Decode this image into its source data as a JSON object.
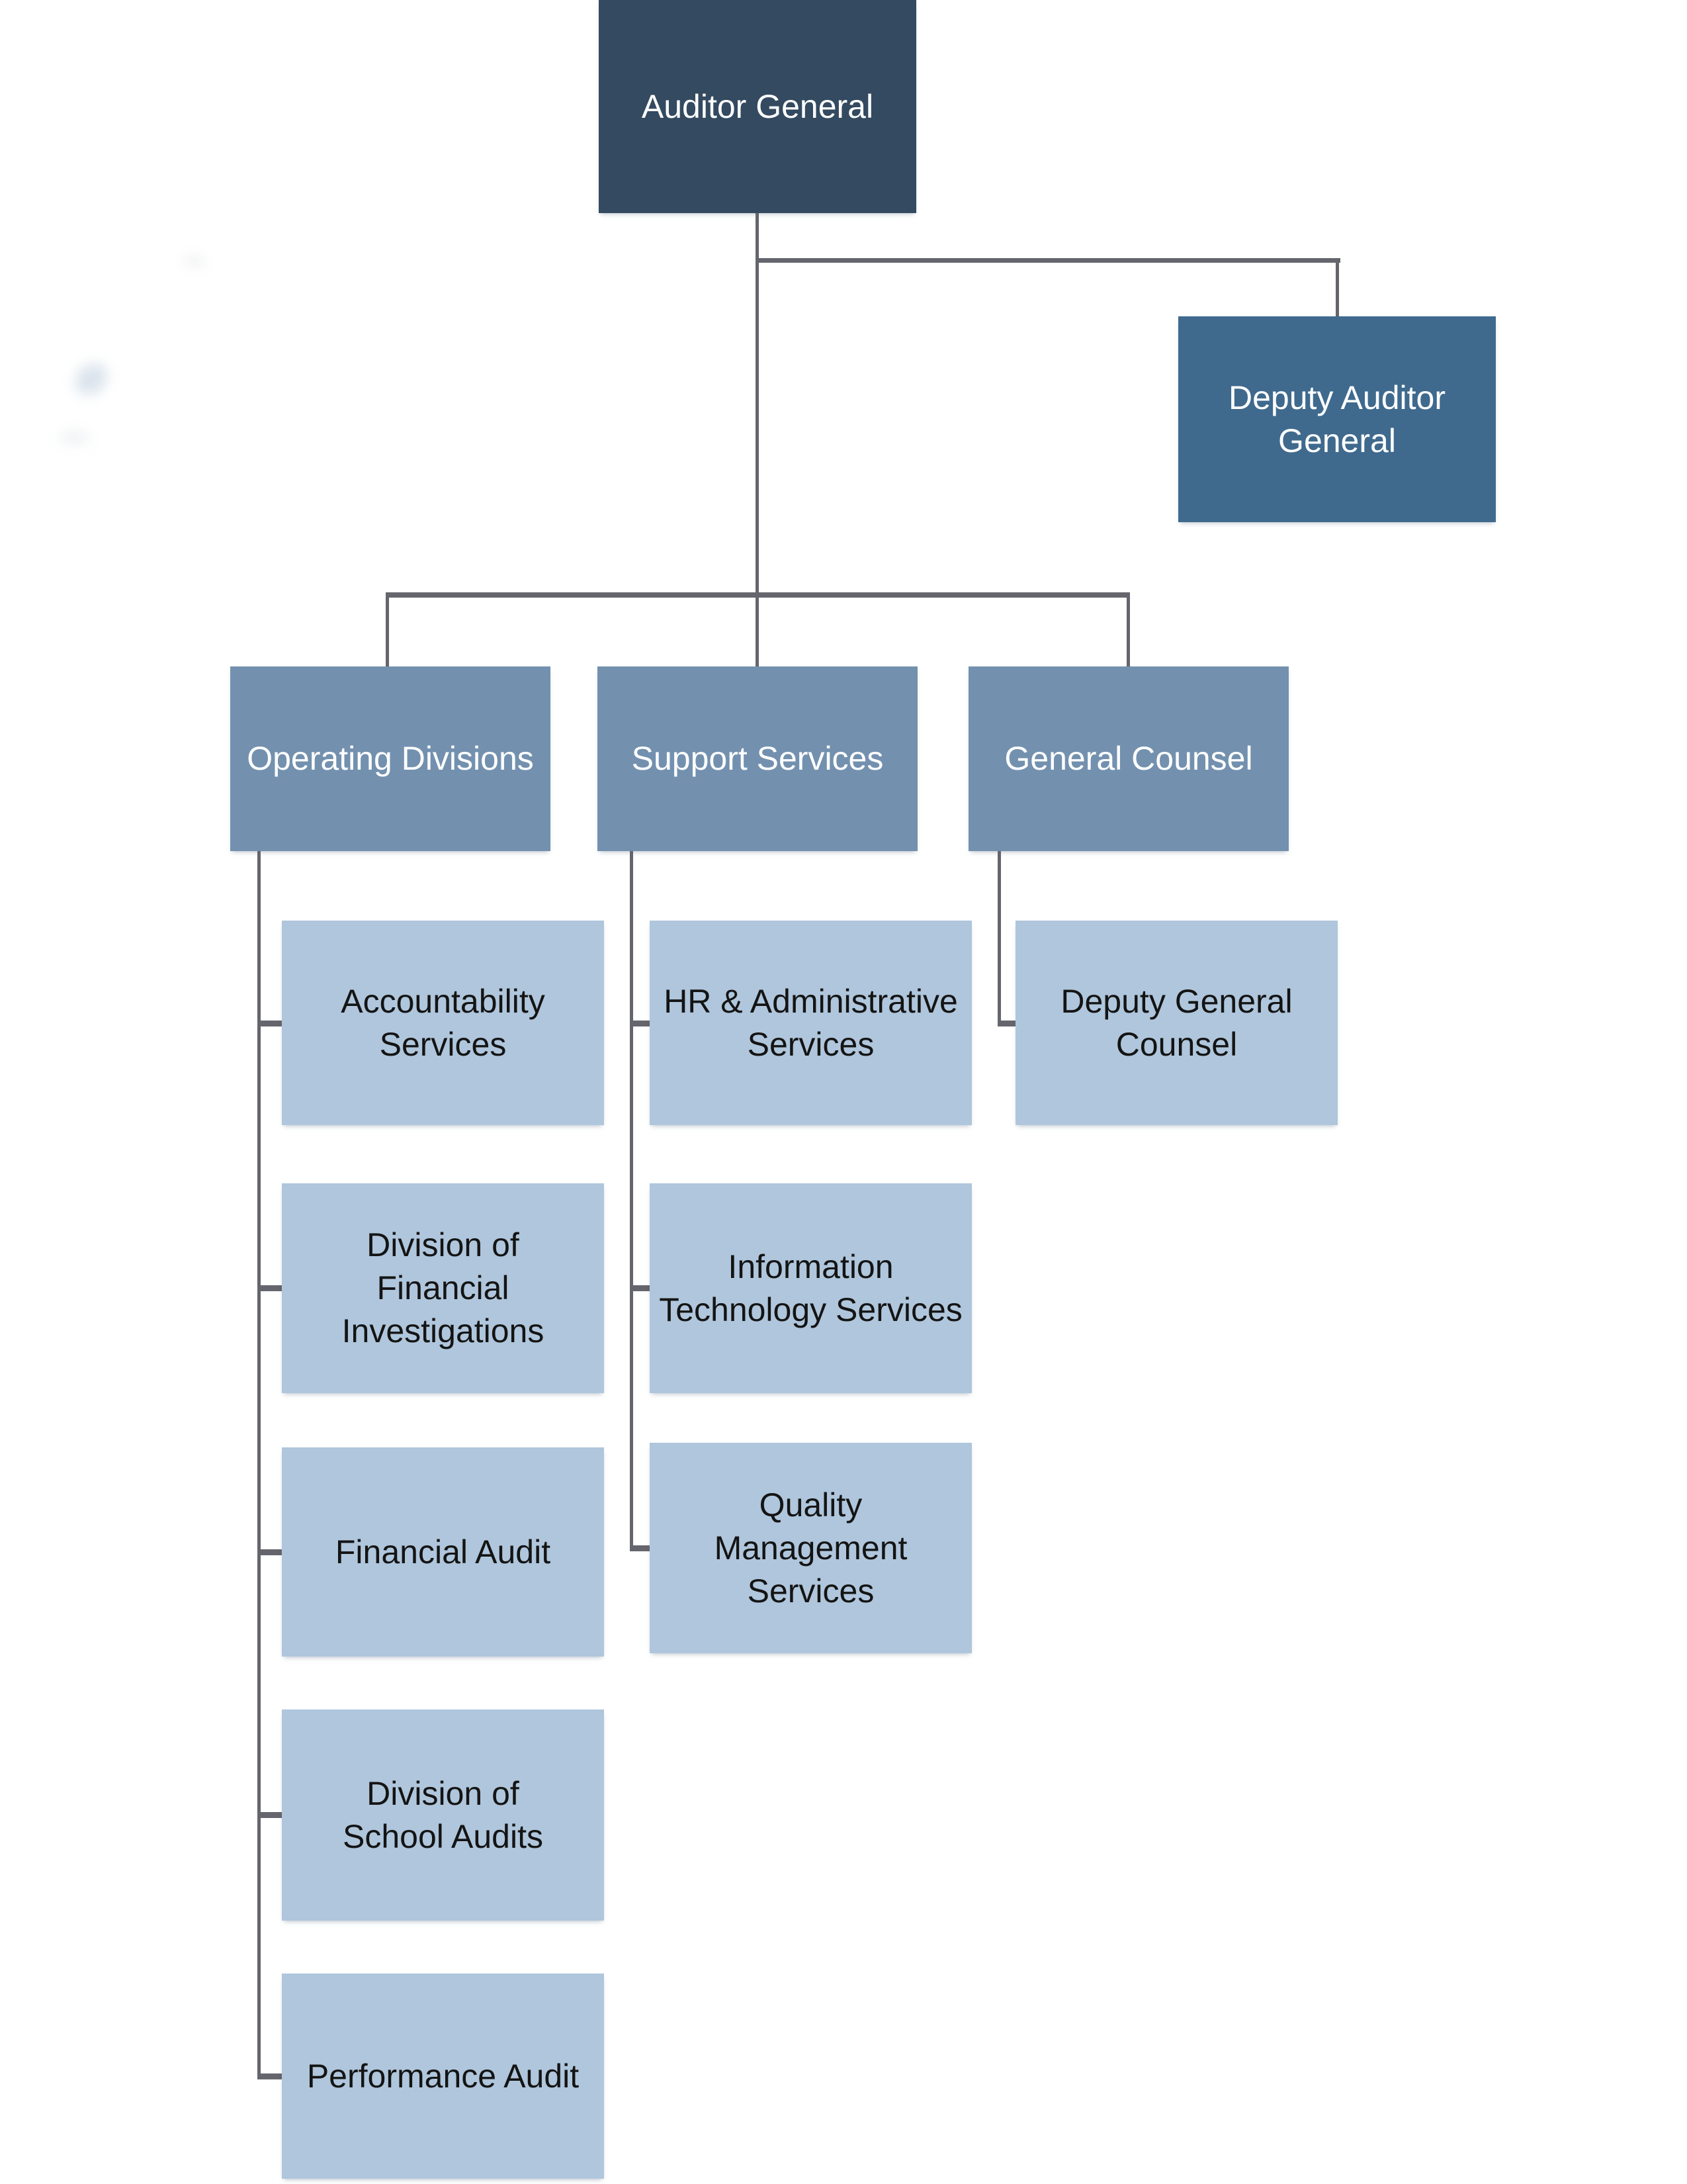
{
  "org_chart": {
    "type": "org-hierarchy",
    "nodes": {
      "auditor_general": {
        "label": "Auditor General",
        "level": 1
      },
      "deputy_auditor_general": {
        "label": "Deputy Auditor\nGeneral",
        "level": 2
      },
      "operating_divisions": {
        "label": "Operating Divisions",
        "level": 3
      },
      "support_services": {
        "label": "Support Services",
        "level": 3
      },
      "general_counsel": {
        "label": "General Counsel",
        "level": 3
      },
      "accountability_services": {
        "label": "Accountability\nServices",
        "level": 4
      },
      "division_financial_investigations": {
        "label": "Division of\nFinancial\nInvestigations",
        "level": 4
      },
      "financial_audit": {
        "label": "Financial Audit",
        "level": 4
      },
      "division_school_audits": {
        "label": "Division of\nSchool Audits",
        "level": 4
      },
      "performance_audit": {
        "label": "Performance Audit",
        "level": 4
      },
      "hr_administrative_services": {
        "label": "HR & Administrative\nServices",
        "level": 4
      },
      "information_technology_services": {
        "label": "Information\nTechnology Services",
        "level": 4
      },
      "quality_management_services": {
        "label": "Quality\nManagement\nServices",
        "level": 4
      },
      "deputy_general_counsel": {
        "label": "Deputy General\nCounsel",
        "level": 4
      }
    },
    "hierarchy": {
      "auditor_general": [
        "deputy_auditor_general",
        "operating_divisions",
        "support_services",
        "general_counsel"
      ],
      "operating_divisions": [
        "accountability_services",
        "division_financial_investigations",
        "financial_audit",
        "division_school_audits",
        "performance_audit"
      ],
      "support_services": [
        "hr_administrative_services",
        "information_technology_services",
        "quality_management_services"
      ],
      "general_counsel": [
        "deputy_general_counsel"
      ]
    },
    "colors": {
      "level1_fill": "#334A60",
      "level2_fill": "#3F6A8E",
      "level3_fill": "#7391AF",
      "level4_fill": "#AFC6DC",
      "connector": "#65656D",
      "text_on_dark": "#FFFFFF",
      "text_on_light": "#141414",
      "page_bg": "#FFFFFF"
    }
  }
}
